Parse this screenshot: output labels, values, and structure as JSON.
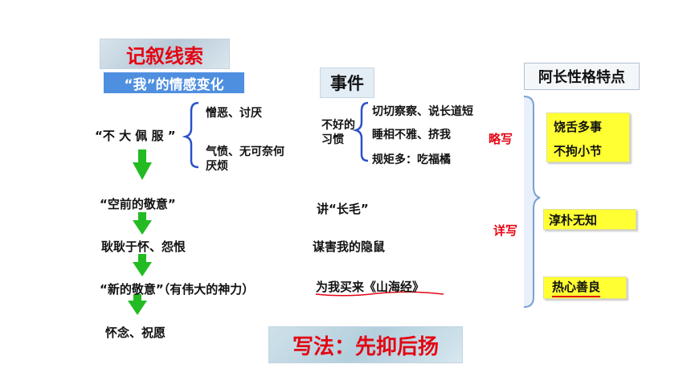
{
  "title": "记叙线索",
  "emotion_label": "“我”的情感变化",
  "events_header": "事件",
  "traits_header": "阿长性格特点",
  "emotions": {
    "e1": "“不 大 佩 服 ”",
    "e1_sub_a": "憎恶、讨厌",
    "e1_sub_b_line1": "气愤、无可奈何",
    "e1_sub_b_line2": "厌烦",
    "e2": "“空前的敬意”",
    "e3": "耿耿于怀、怨恨",
    "e4": "“新的敬意”（有伟大的神力）",
    "e5": "怀念、祝愿"
  },
  "events": {
    "habits_line1": "不好的",
    "habits_line2": "习惯",
    "habit_a": "切切察察、说长道短",
    "habit_b": "睡相不雅、挤我",
    "habit_c": "规矩多：吃福橘",
    "ev2": "讲“长毛”",
    "ev3": "谋害我的隐鼠",
    "ev4": "为我买来《山海经》"
  },
  "labels": {
    "brief": "略写",
    "detailed": "详写"
  },
  "traits": {
    "t1": "饶舌多事",
    "t2": "不拘小节",
    "t3": "淳朴无知",
    "t4": "热心善良"
  },
  "method": "写法：先抑后扬",
  "colors": {
    "accent_red": "#e30613",
    "label_blue": "#4f8fe0",
    "arrow_green": "#22bb22",
    "brace_blue": "#2a52c9",
    "highlight_yellow": "#ffff33"
  }
}
